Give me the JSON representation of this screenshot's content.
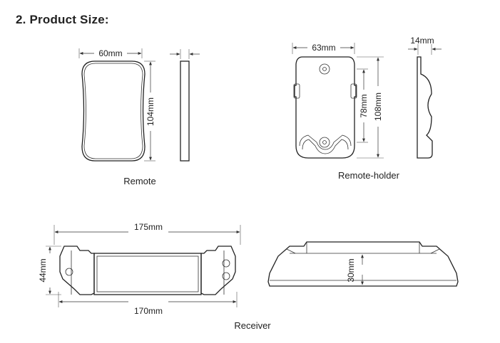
{
  "heading": "2. Product Size:",
  "remote": {
    "caption": "Remote",
    "width": "60mm",
    "height": "104mm"
  },
  "holder": {
    "caption": "Remote-holder",
    "width": "63mm",
    "thickness": "14mm",
    "inner_height": "78mm",
    "height": "108mm"
  },
  "receiver": {
    "caption": "Receiver",
    "total_length": "175mm",
    "body_length": "170mm",
    "height": "44mm",
    "thickness": "30mm"
  }
}
